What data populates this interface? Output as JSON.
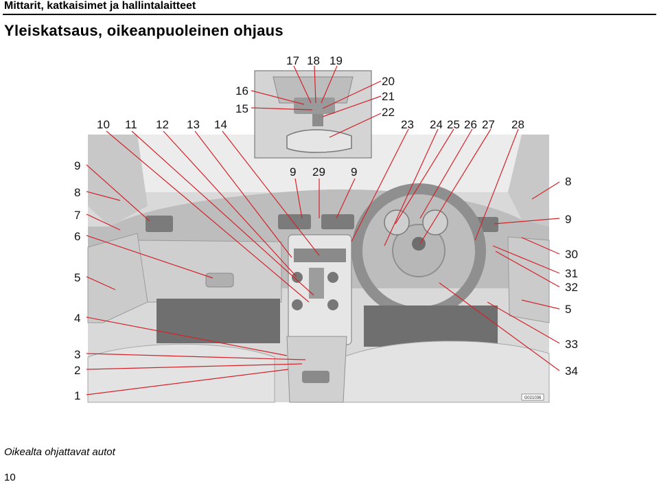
{
  "header": {
    "title": "Mittarit, katkaisimet ja hallintalaitteet",
    "section_title": "Yleiskatsaus, oikeanpuoleinen ohjaus"
  },
  "figure": {
    "image_code": "G021036",
    "callouts": {
      "c1": "1",
      "c2": "2",
      "c3": "3",
      "c4": "4",
      "c5l": "5",
      "c6": "6",
      "c7": "7",
      "c8l": "8",
      "c9l": "9",
      "c10": "10",
      "c11": "11",
      "c12": "12",
      "c13": "13",
      "c14": "14",
      "c15": "15",
      "c16": "16",
      "c17": "17",
      "c18": "18",
      "c19": "19",
      "c20": "20",
      "c21": "21",
      "c22": "22",
      "c23": "23",
      "c24": "24",
      "c25": "25",
      "c26": "26",
      "c27": "27",
      "c28": "28",
      "c9a": "9",
      "c29": "29",
      "c9b": "9",
      "c8r": "8",
      "c9r": "9",
      "c30": "30",
      "c31": "31",
      "c32": "32",
      "c5r": "5",
      "c33": "33",
      "c34": "34"
    }
  },
  "caption": "Oikealta ohjattavat autot",
  "page_number": "10"
}
